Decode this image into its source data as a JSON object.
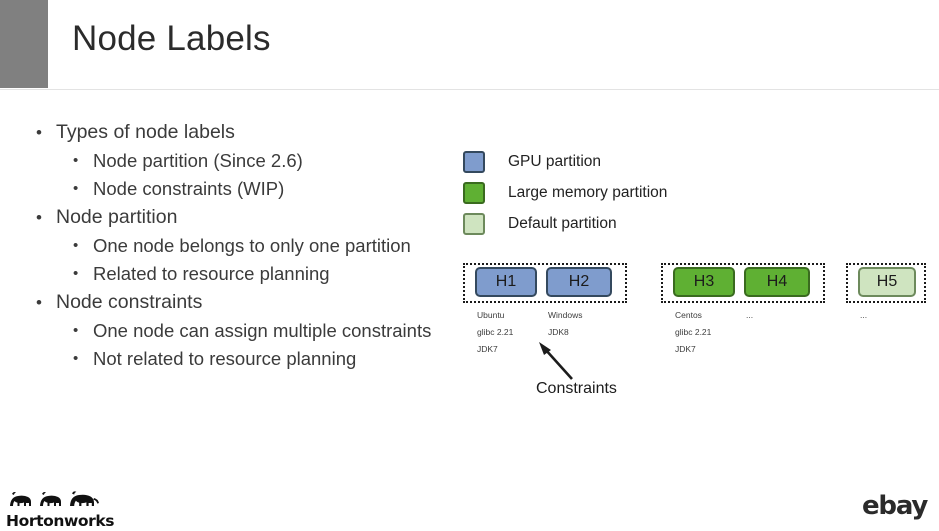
{
  "slide": {
    "title": "Node Labels",
    "accent_color": "#808080",
    "background": "#ffffff"
  },
  "bullets": [
    {
      "level": 1,
      "text": "Types of node labels"
    },
    {
      "level": 2,
      "text": "Node partition (Since 2.6)"
    },
    {
      "level": 2,
      "text": "Node constraints (WIP)"
    },
    {
      "level": 1,
      "text": "Node partition"
    },
    {
      "level": 2,
      "text": "One node belongs to only one partition"
    },
    {
      "level": 2,
      "text": "Related to resource planning"
    },
    {
      "level": 1,
      "text": "Node constraints"
    },
    {
      "level": 2,
      "text": "One node can assign multiple constraints"
    },
    {
      "level": 2,
      "text": "Not related to resource planning"
    }
  ],
  "legend": {
    "items": [
      {
        "label": "GPU partition",
        "color": "#7f9ccd",
        "border": "#34495e"
      },
      {
        "label": "Large memory partition",
        "color": "#5fb033",
        "border": "#3a6b1f"
      },
      {
        "label": "Default partition",
        "color": "#cfe4c0",
        "border": "#6d8a5c"
      }
    ]
  },
  "diagram": {
    "annotation": "Constraints",
    "groups": [
      {
        "name": "gpu-partition-group",
        "nodes": [
          {
            "label": "H1",
            "color": "#7f9ccd",
            "border": "#34495e",
            "meta": [
              "Ubuntu",
              "glibc 2.21",
              "JDK7"
            ]
          },
          {
            "label": "H2",
            "color": "#7f9ccd",
            "border": "#34495e",
            "meta": [
              "Windows",
              "JDK8"
            ]
          }
        ]
      },
      {
        "name": "large-memory-partition-group",
        "nodes": [
          {
            "label": "H3",
            "color": "#5fb033",
            "border": "#3a6b1f",
            "meta": [
              "Centos",
              "glibc 2.21",
              "JDK7"
            ]
          },
          {
            "label": "H4",
            "color": "#5fb033",
            "border": "#3a6b1f",
            "meta": [
              "..."
            ]
          }
        ]
      },
      {
        "name": "default-partition-group",
        "nodes": [
          {
            "label": "H5",
            "color": "#cfe4c0",
            "border": "#6d8a5c",
            "meta": [
              "..."
            ]
          }
        ]
      }
    ]
  },
  "footer": {
    "left_logo_text": "Hortonworks",
    "right_logo_text": "ebay"
  }
}
